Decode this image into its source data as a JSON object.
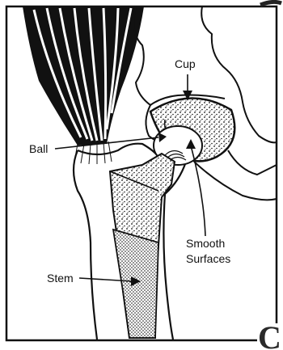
{
  "labels": {
    "cup": "Cup",
    "ball": "Ball",
    "smooth_1": "Smooth",
    "smooth_2": "Surfaces",
    "stem": "Stem"
  },
  "corner_letter": "C",
  "colors": {
    "ink": "#111111",
    "paper": "#ffffff",
    "corner": "#2a2a2a"
  }
}
